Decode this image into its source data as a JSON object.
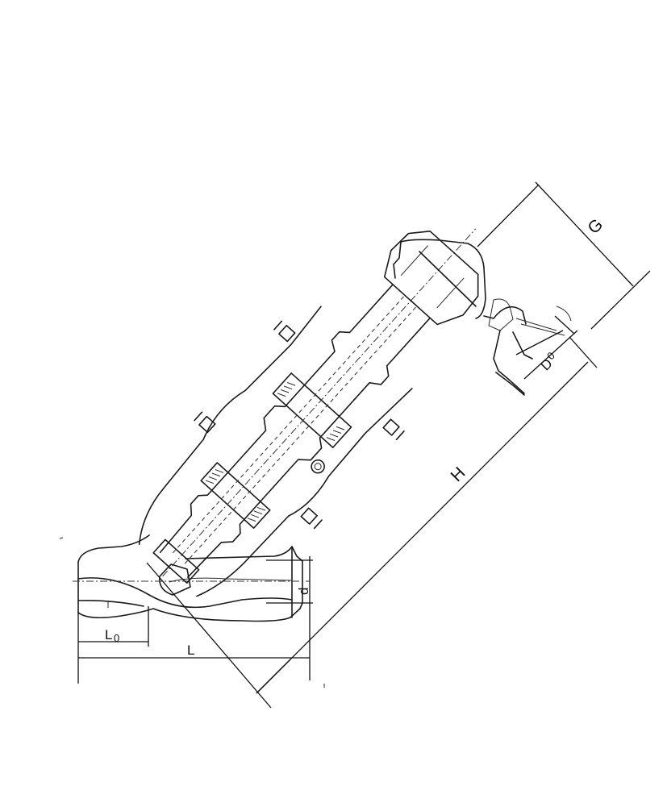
{
  "labels": {
    "G": "G",
    "D0_main": "D",
    "D0_sub": "0",
    "H": "H",
    "d": "d",
    "L0_main": "L",
    "L0_sub": "0",
    "L": "L"
  }
}
